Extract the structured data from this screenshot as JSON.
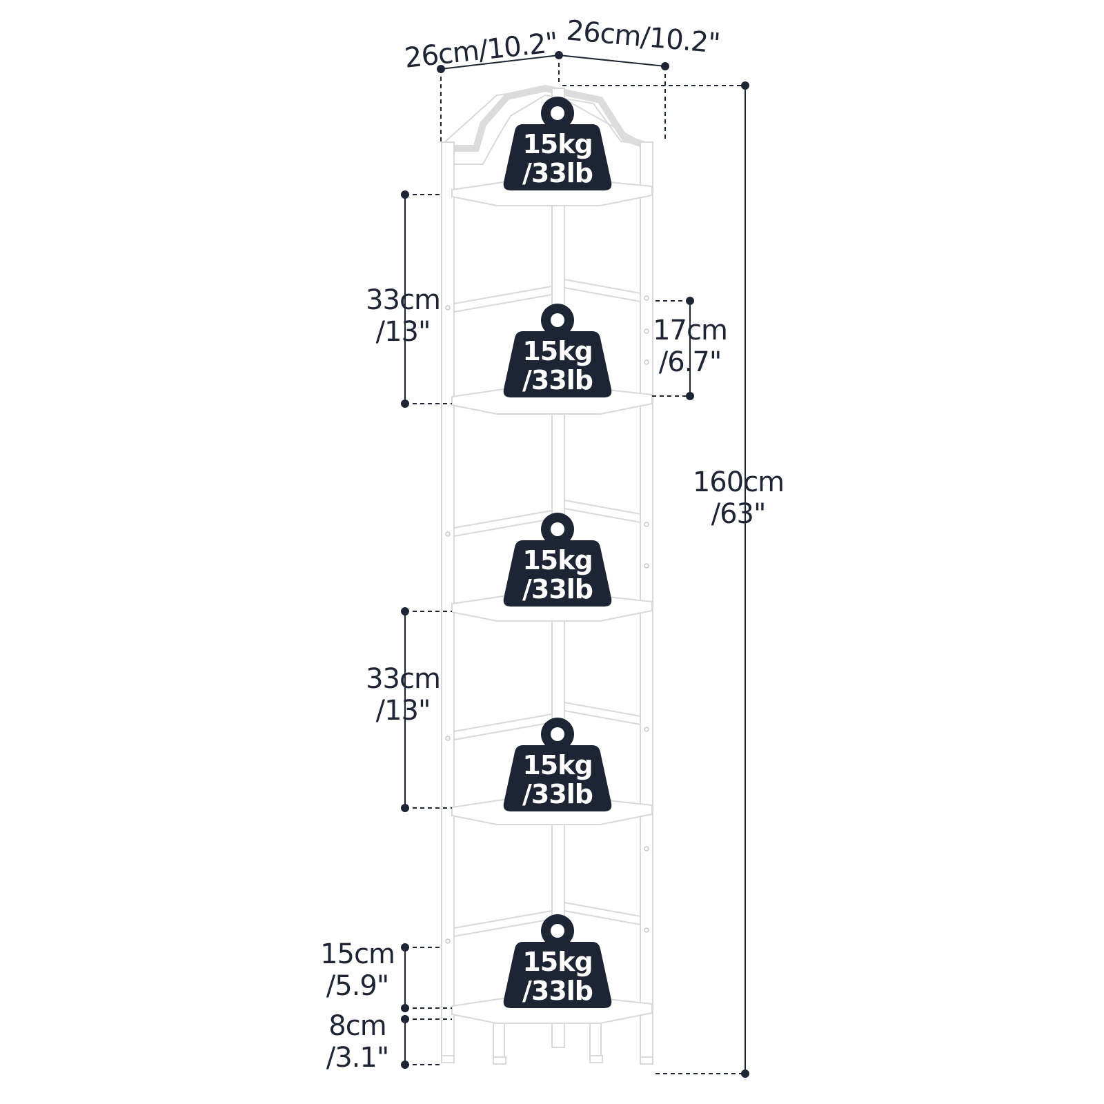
{
  "colors": {
    "ink": "#1d2434",
    "frame": "#ffffff",
    "frame_stroke": "#d9d9d9",
    "badge": "#1d2434"
  },
  "dimensions": {
    "width_left": "26cm/10.2\"",
    "width_right": "26cm/10.2\"",
    "total_height": {
      "line1": "160cm",
      "line2": "/63\""
    },
    "shelf_gap_upper": {
      "line1": "33cm",
      "line2": "/13\""
    },
    "shelf_gap_lower": {
      "line1": "33cm",
      "line2": "/13\""
    },
    "top_shelf_height": {
      "line1": "17cm",
      "line2": "/6.7\""
    },
    "bottom_gap": {
      "line1": "15cm",
      "line2": "/5.9\""
    },
    "leg_height": {
      "line1": "8cm",
      "line2": "/3.1\""
    }
  },
  "weight_badges": [
    {
      "line1": "15kg",
      "line2": "/33lb",
      "icon": "weight-icon"
    },
    {
      "line1": "15kg",
      "line2": "/33lb",
      "icon": "weight-icon"
    },
    {
      "line1": "15kg",
      "line2": "/33lb",
      "icon": "weight-icon"
    },
    {
      "line1": "15kg",
      "line2": "/33lb",
      "icon": "weight-icon"
    },
    {
      "line1": "15kg",
      "line2": "/33lb",
      "icon": "weight-icon"
    }
  ]
}
